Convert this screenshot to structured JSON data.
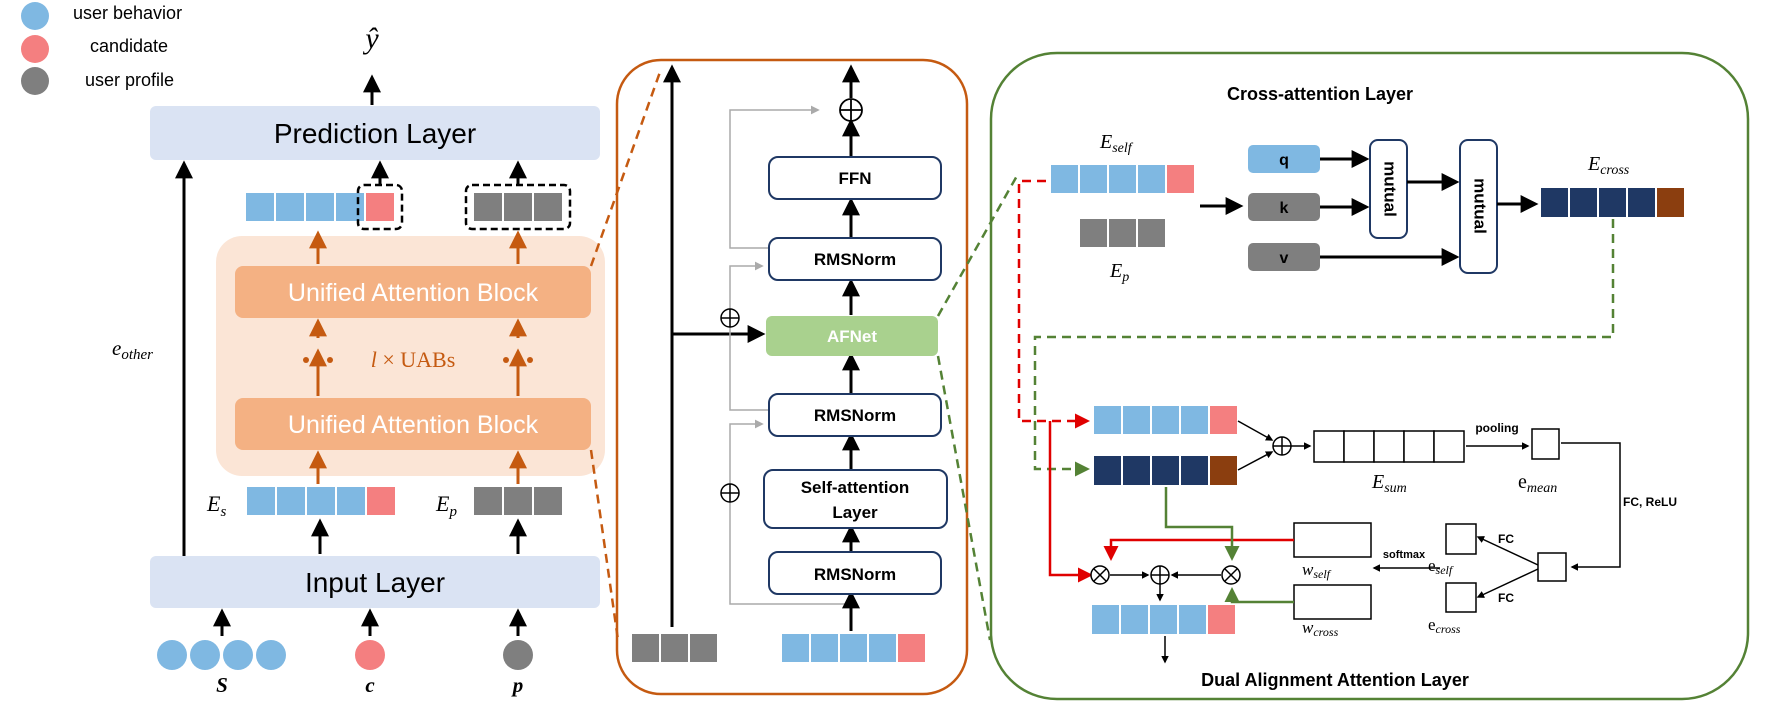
{
  "legend": {
    "user_behavior": "user behavior",
    "candidate": "candidate",
    "user_profile": "user profile"
  },
  "left": {
    "output_label": "ŷ",
    "prediction_layer": "Prediction Layer",
    "input_layer": "Input Layer",
    "uab_top": "Unified Attention Block",
    "uab_bottom": "Unified Attention Block",
    "uab_repeat_l": "l",
    "uab_repeat_rest": " × UABs",
    "e_other_main": "e",
    "e_other_sub": "other",
    "es_main": "E",
    "es_sub": "s",
    "ep_main": "E",
    "ep_sub": "p",
    "input_s": "S",
    "input_c": "c",
    "input_p": "p"
  },
  "middle": {
    "ffn": "FFN",
    "rmsnorm_top": "RMSNorm",
    "afnet": "AFNet",
    "rmsnorm_mid": "RMSNorm",
    "self_attention_line1": "Self-attention",
    "self_attention_line2": "Layer",
    "rmsnorm_bottom": "RMSNorm"
  },
  "right": {
    "cross_title": "Cross-attention Layer",
    "eself_main": "E",
    "eself_sub": "self",
    "ep_main": "E",
    "ep_sub": "p",
    "q": "q",
    "k": "k",
    "v": "v",
    "mutual1": "mutual",
    "mutual2": "mutual",
    "ecross_main": "E",
    "ecross_sub": "cross",
    "esum_main": "E",
    "esum_sub": "sum",
    "pooling": "pooling",
    "emean_main": "e",
    "emean_sub": "mean",
    "fc_relu": "FC, ReLU",
    "fc_top": "FC",
    "fc_bottom": "FC",
    "eself_small_main": "e",
    "eself_small_sub": "self",
    "ecross_small_main": "e",
    "ecross_small_sub": "cross",
    "softmax": "softmax",
    "wself_main": "w",
    "wself_sub": "self",
    "wcross_main": "w",
    "wcross_sub": "cross",
    "dual_title": "Dual Alignment Attention Layer"
  },
  "colors": {
    "behavior": "#7fb8e2",
    "candidate": "#f47f80",
    "profile": "#7f7f7f",
    "navy": "#1f3864",
    "brown": "#8b3e0f",
    "layer_bg": "#dae3f3",
    "uab_bg": "#fbe5d6",
    "uab_block": "#f4b183",
    "orange_arrow": "#c55a11",
    "afnet": "#a9d18e",
    "cross_border": "#548235",
    "red": "#e00000",
    "green_line": "#548235"
  },
  "icons": [
    "arrow-icon",
    "circle-plus-icon",
    "circle-times-icon"
  ]
}
